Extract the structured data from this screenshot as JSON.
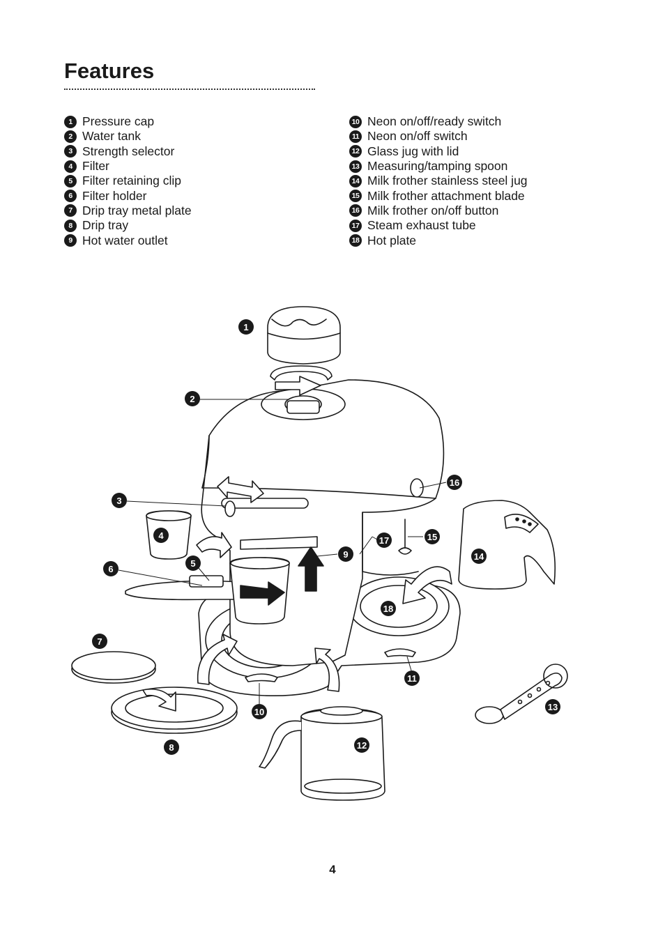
{
  "heading": "Features",
  "features_left": [
    {
      "num": "1",
      "label": "Pressure cap"
    },
    {
      "num": "2",
      "label": "Water tank"
    },
    {
      "num": "3",
      "label": "Strength selector"
    },
    {
      "num": "4",
      "label": "Filter"
    },
    {
      "num": "5",
      "label": "Filter retaining clip"
    },
    {
      "num": "6",
      "label": "Filter holder"
    },
    {
      "num": "7",
      "label": "Drip tray metal plate"
    },
    {
      "num": "8",
      "label": "Drip tray"
    },
    {
      "num": "9",
      "label": "Hot water outlet"
    }
  ],
  "features_right": [
    {
      "num": "10",
      "label": "Neon on/off/ready switch"
    },
    {
      "num": "11",
      "label": "Neon on/off switch"
    },
    {
      "num": "12",
      "label": "Glass jug with lid"
    },
    {
      "num": "13",
      "label": "Measuring/tamping spoon"
    },
    {
      "num": "14",
      "label": "Milk frother stainless steel jug"
    },
    {
      "num": "15",
      "label": "Milk frother attachment blade"
    },
    {
      "num": "16",
      "label": "Milk frother on/off button"
    },
    {
      "num": "17",
      "label": "Steam exhaust tube"
    },
    {
      "num": "18",
      "label": "Hot plate"
    }
  ],
  "callouts": {
    "c1": "1",
    "c2": "2",
    "c3": "3",
    "c4": "4",
    "c5": "5",
    "c6": "6",
    "c7": "7",
    "c8": "8",
    "c9": "9",
    "c10": "10",
    "c11": "11",
    "c12": "12",
    "c13": "13",
    "c14": "14",
    "c15": "15",
    "c16": "16",
    "c17": "17",
    "c18": "18"
  },
  "page_number": "4"
}
